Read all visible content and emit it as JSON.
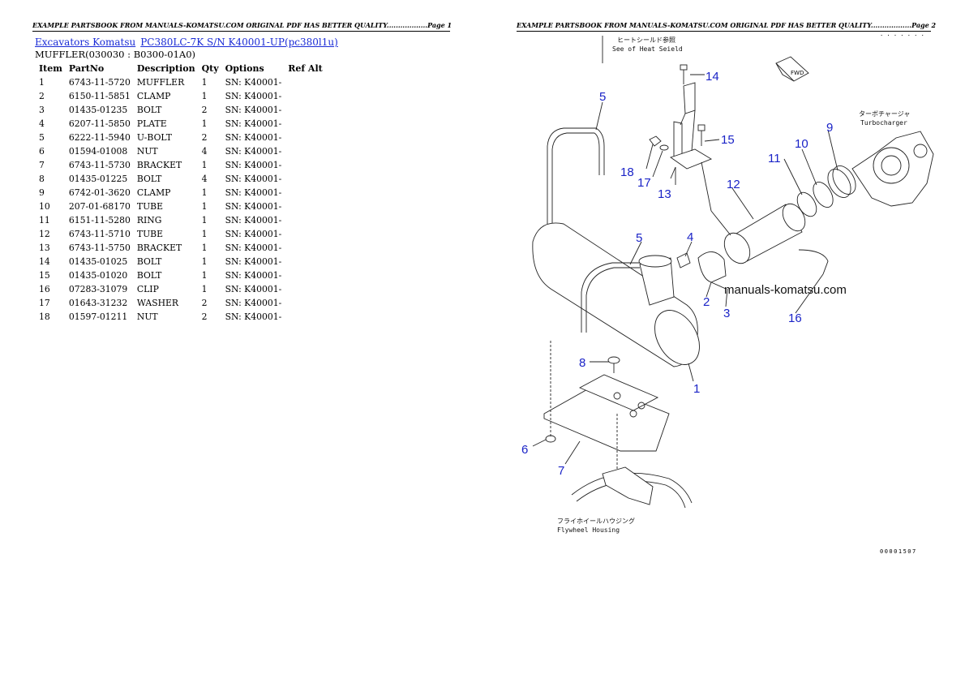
{
  "page1": {
    "header": "EXAMPLE PARTSBOOK FROM MANUALS-KOMATSU.COM ORIGINAL PDF HAS BETTER QUALITY..................Page 1",
    "breadcrumb": {
      "link1": "Excavators Komatsu",
      "link2": "PC380LC-7K S/N K40001-UP(pc380l1u)"
    },
    "subtitle": "MUFFLER(030030 : B0300-01A0)",
    "table": {
      "headers": [
        "Item",
        "PartNo",
        "Description",
        "Qty",
        "Options",
        "Ref Alt"
      ],
      "rows": [
        [
          "1",
          "6743-11-5720",
          "MUFFLER",
          "1",
          "SN: K40001-",
          ""
        ],
        [
          "2",
          "6150-11-5851",
          "CLAMP",
          "1",
          "SN: K40001-",
          ""
        ],
        [
          "3",
          "01435-01235",
          "BOLT",
          "2",
          "SN: K40001-",
          ""
        ],
        [
          "4",
          "6207-11-5850",
          "PLATE",
          "1",
          "SN: K40001-",
          ""
        ],
        [
          "5",
          "6222-11-5940",
          "U-BOLT",
          "2",
          "SN: K40001-",
          ""
        ],
        [
          "6",
          "01594-01008",
          "NUT",
          "4",
          "SN: K40001-",
          ""
        ],
        [
          "7",
          "6743-11-5730",
          "BRACKET",
          "1",
          "SN: K40001-",
          ""
        ],
        [
          "8",
          "01435-01225",
          "BOLT",
          "4",
          "SN: K40001-",
          ""
        ],
        [
          "9",
          "6742-01-3620",
          "CLAMP",
          "1",
          "SN: K40001-",
          ""
        ],
        [
          "10",
          "207-01-68170",
          "TUBE",
          "1",
          "SN: K40001-",
          ""
        ],
        [
          "11",
          "6151-11-5280",
          "RING",
          "1",
          "SN: K40001-",
          ""
        ],
        [
          "12",
          "6743-11-5710",
          "TUBE",
          "1",
          "SN: K40001-",
          ""
        ],
        [
          "13",
          "6743-11-5750",
          "BRACKET",
          "1",
          "SN: K40001-",
          ""
        ],
        [
          "14",
          "01435-01025",
          "BOLT",
          "1",
          "SN: K40001-",
          ""
        ],
        [
          "15",
          "01435-01020",
          "BOLT",
          "1",
          "SN: K40001-",
          ""
        ],
        [
          "16",
          "07283-31079",
          "CLIP",
          "1",
          "SN: K40001-",
          ""
        ],
        [
          "17",
          "01643-31232",
          "WASHER",
          "2",
          "SN: K40001-",
          ""
        ],
        [
          "18",
          "01597-01211",
          "NUT",
          "2",
          "SN: K40001-",
          ""
        ]
      ]
    }
  },
  "page2": {
    "header": "EXAMPLE PARTSBOOK FROM MANUALS-KOMATSU.COM ORIGINAL PDF HAS BETTER QUALITY..................Page 2",
    "top_right_dots": "· · · · · · ·",
    "drawing_code": "00001507",
    "watermark": "manuals-komatsu.com",
    "labels": {
      "heat_shield_jp": "ヒートシールド参照",
      "heat_shield_en": "See of Heat Seield",
      "turbo_jp": "ターボチャージャ",
      "turbo_en": "Turbocharger",
      "flywheel_jp": "フライホイールハウジング",
      "flywheel_en": "Flywheel Housing",
      "fwd": "FWD"
    },
    "callouts": [
      "1",
      "2",
      "3",
      "4",
      "5",
      "5",
      "6",
      "7",
      "8",
      "9",
      "10",
      "11",
      "12",
      "13",
      "14",
      "15",
      "16",
      "17",
      "18"
    ]
  }
}
